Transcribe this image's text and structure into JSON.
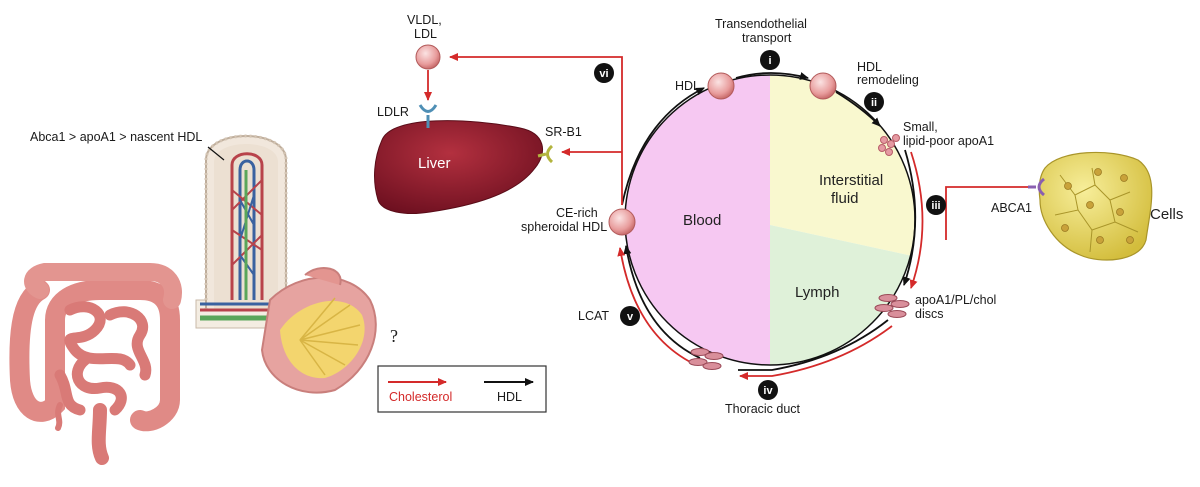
{
  "intestine": {
    "villus_label": "Abca1 > apoA1 > nascent HDL"
  },
  "question_mark": "?",
  "legend": {
    "cholesterol": "Cholesterol",
    "hdl": "HDL"
  },
  "compartments": {
    "blood": "Blood",
    "interstitial_line1": "Interstitial",
    "interstitial_line2": "fluid",
    "lymph": "Lymph"
  },
  "liver": {
    "label": "Liver",
    "ldlr": "LDLR",
    "srb1": "SR-B1"
  },
  "labels": {
    "vldl_line1": "VLDL,",
    "vldl_line2": "LDL",
    "hdl": "HDL",
    "transport_line1": "Transendothelial",
    "transport_line2": "transport",
    "remodel_line1": "HDL",
    "remodel_line2": "remodeling",
    "small_line1": "Small,",
    "small_line2": "lipid-poor apoA1",
    "abca1": "ABCA1",
    "cells": "Cells",
    "discs_line1": "apoA1/PL/chol",
    "discs_line2": "discs",
    "thoracic": "Thoracic duct",
    "lcat": "LCAT",
    "cerich_line1": "CE-rich",
    "cerich_line2": "spheroidal HDL"
  },
  "steps": [
    "i",
    "ii",
    "iii",
    "iv",
    "v",
    "vi"
  ],
  "colors": {
    "cholesterol_arrow": "#d42a2a",
    "hdl_arrow": "#111111",
    "blood_bg": "#f6c8f2",
    "interstitial_bg": "#f9f8cf",
    "lymph_bg": "#dff1d9",
    "liver": "#8c1c2b",
    "cells": "#e6d85a",
    "intestine": "#e08a86"
  }
}
